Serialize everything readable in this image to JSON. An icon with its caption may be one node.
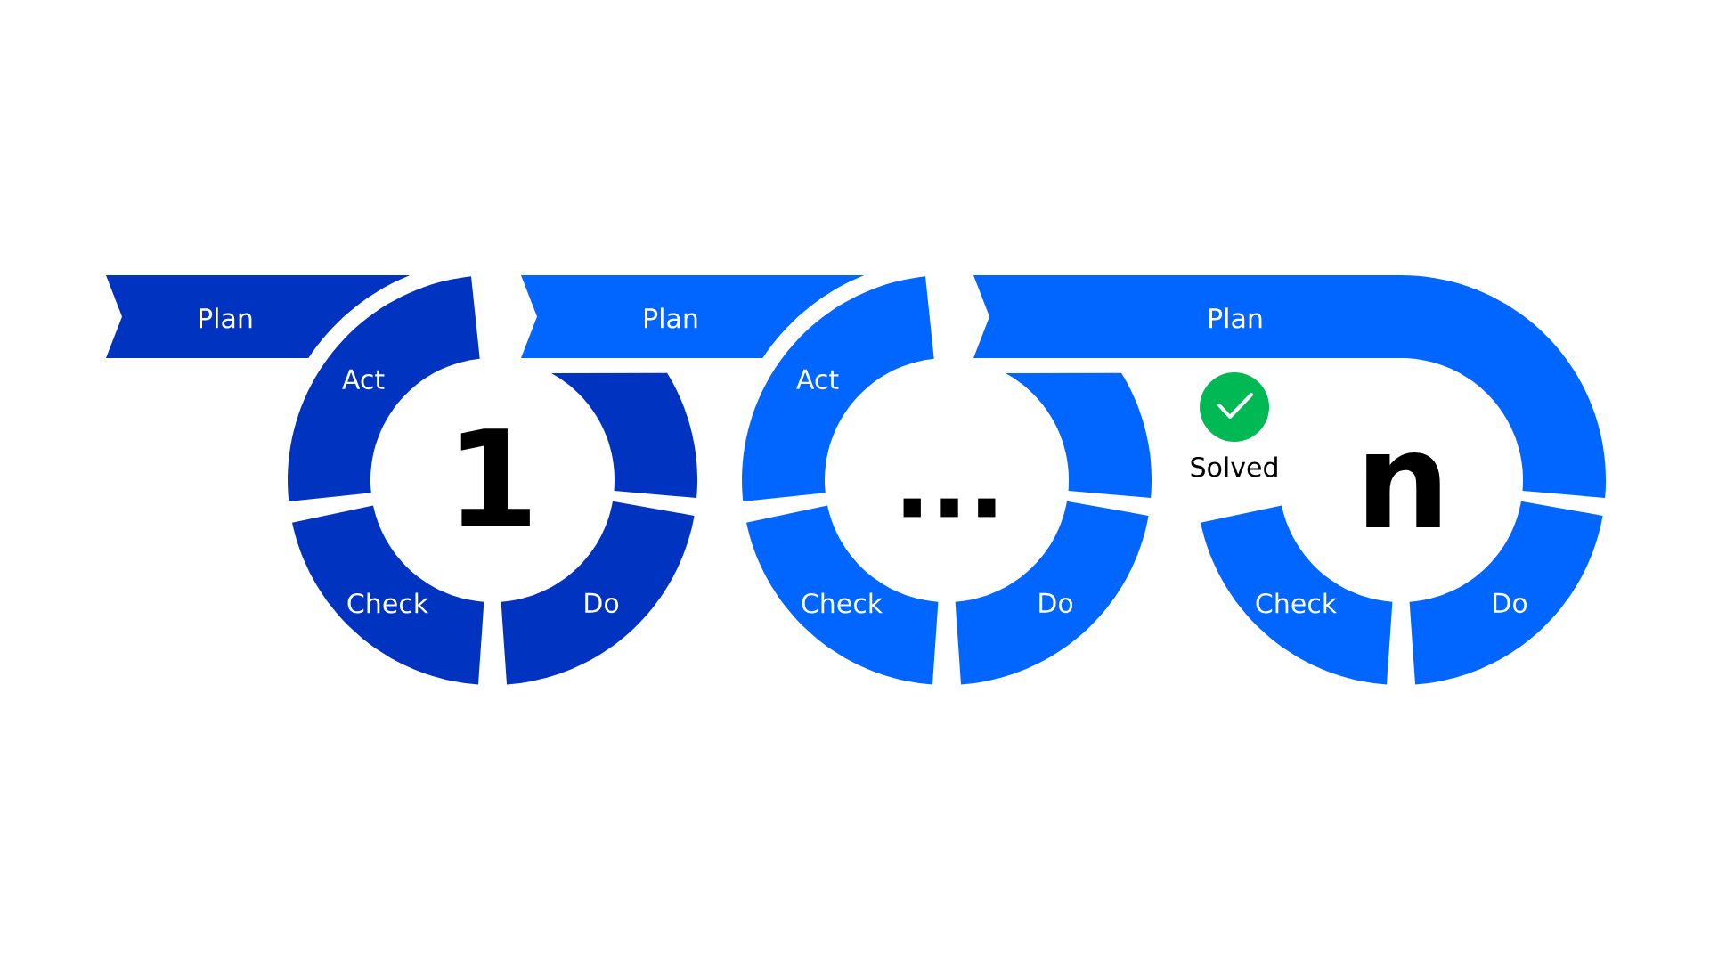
{
  "diagram": {
    "nodes": [
      {
        "text": [
          "Plan"
        ]
      },
      {
        "text": [
          "Act"
        ]
      },
      {
        "text": [
          "Check"
        ]
      },
      {
        "text": [
          "Do"
        ]
      },
      {
        "text": [],
        "shape": "arc"
      },
      {
        "text": [
          "Plan"
        ]
      },
      {
        "text": [
          "Act"
        ]
      },
      {
        "text": [
          "Check"
        ]
      },
      {
        "text": [
          "Do"
        ]
      },
      {
        "text": [],
        "shape": "arc"
      },
      {
        "text": [
          "Plan"
        ]
      },
      {
        "text": [
          "Check"
        ]
      },
      {
        "text": [
          "Do"
        ]
      }
    ],
    "labels": [
      "1",
      "...",
      "Solved",
      "n"
    ]
  }
}
